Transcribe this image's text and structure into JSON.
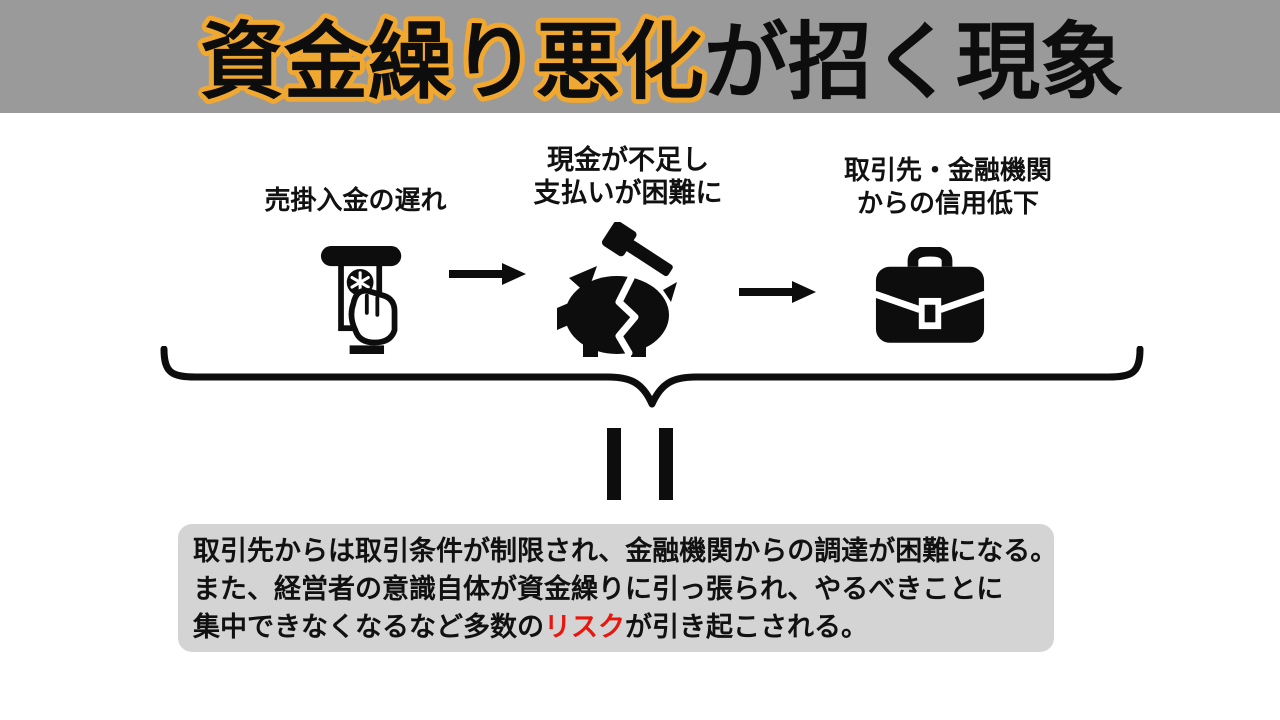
{
  "header": {
    "title_highlight": "資金繰り悪化",
    "title_rest": "が招く現象",
    "highlight_outline_color": "#F0A830",
    "title_text_color": "#0d0d0d",
    "background_color": "#9a9a9a"
  },
  "flow": {
    "steps": [
      {
        "label_lines": [
          "売掛入金の遅れ"
        ],
        "icon": "atm-cash-withdrawal-icon"
      },
      {
        "label_lines": [
          "現金が不足し",
          "支払いが困難に"
        ],
        "icon": "broken-piggy-bank-hammer-icon"
      },
      {
        "label_lines": [
          "取引先・金融機関",
          "からの信用低下"
        ],
        "icon": "briefcase-icon"
      }
    ],
    "arrow_icon": "right-arrow-icon",
    "icon_color": "#0d0d0d"
  },
  "connector": {
    "brace_icon": "curly-underbrace-icon",
    "equals_icon": "equals-icon"
  },
  "summary": {
    "background_color": "#d4d4d4",
    "line1": "取引先からは取引条件が制限され、金融機関からの調達が困難になる。",
    "line2": "また、経営者の意識自体が資金繰りに引っ張られ、やるべきことに",
    "line3_before": "集中できなくなるなど多数の",
    "line3_risk": "リスク",
    "line3_after": "が引き起こされる。",
    "risk_color": "#e8160c"
  }
}
